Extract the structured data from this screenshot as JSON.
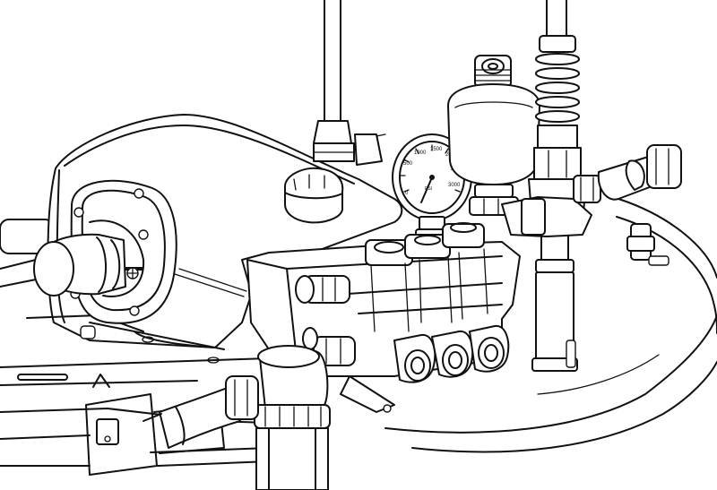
{
  "diagram": {
    "stroke_color": "#111111",
    "background_color": "#ffffff"
  },
  "gauge": {
    "scale_numbers": [
      "0",
      "500",
      "1000",
      "1500",
      "2000",
      "2500",
      "3000"
    ],
    "unit": "PSI"
  }
}
